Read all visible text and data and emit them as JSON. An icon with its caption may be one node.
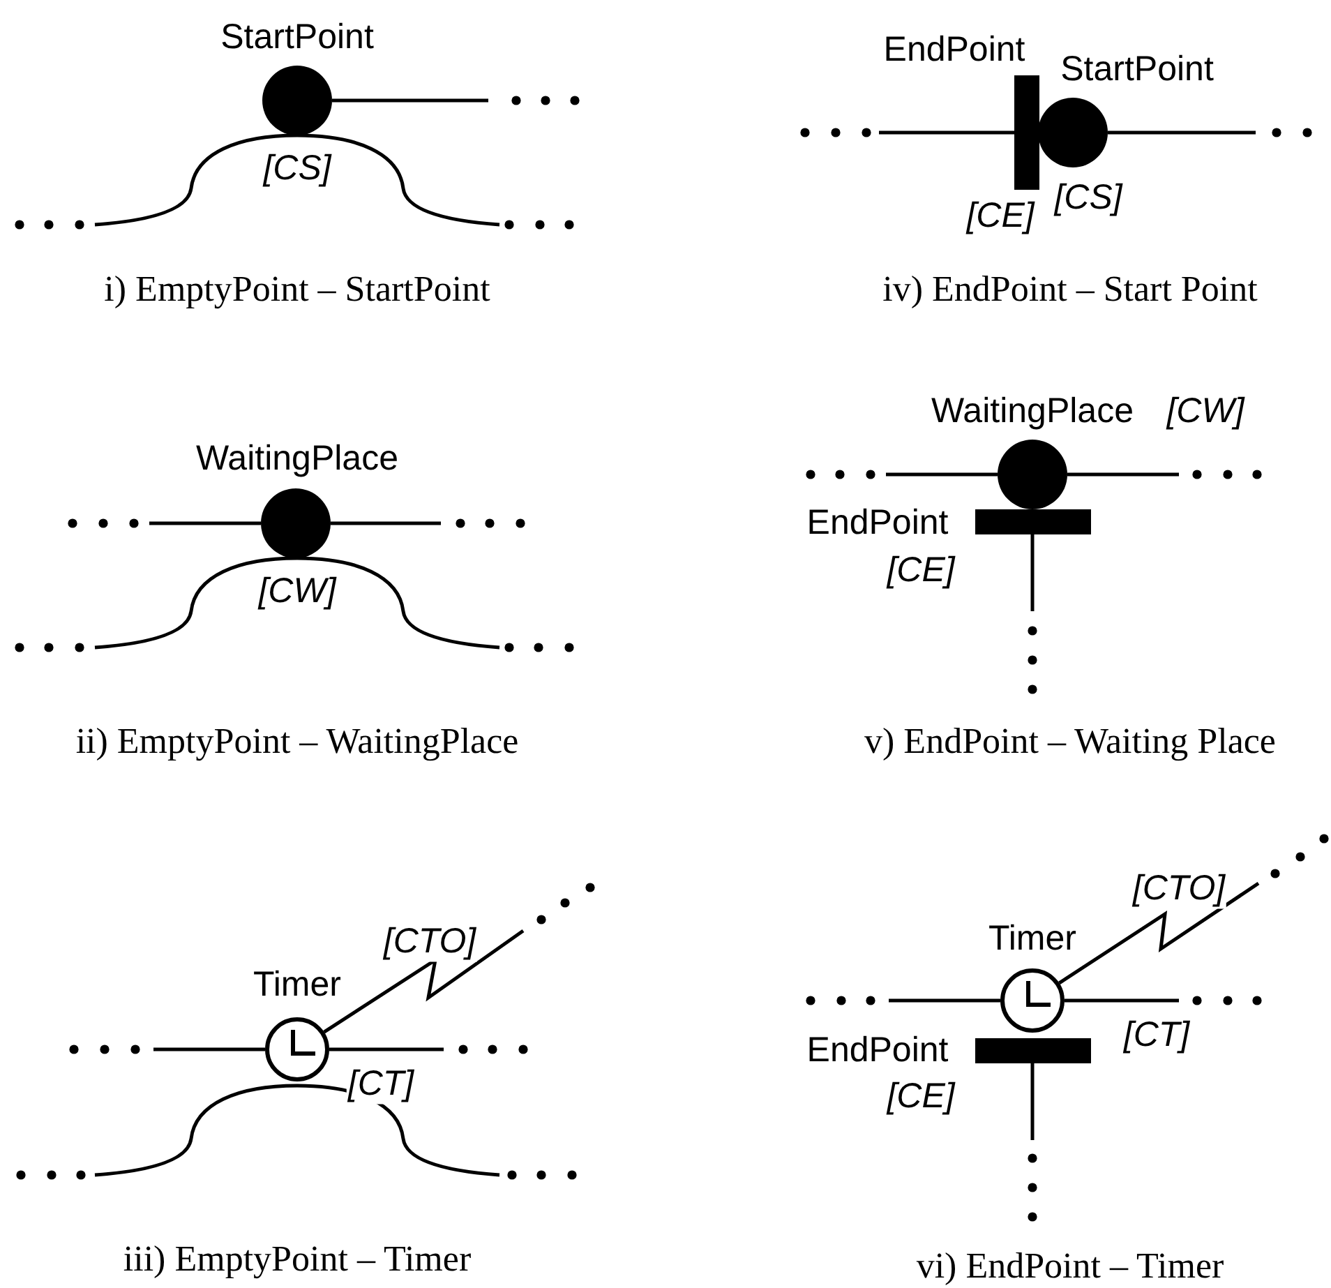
{
  "diagram": {
    "nodes": [
      {
        "text": [
          "StartPoint"
        ],
        "beside": [
          "[CS]"
        ]
      },
      {
        "text": [
          "EndPoint"
        ],
        "beside": [
          "[CE]"
        ]
      },
      {
        "text": [
          "StartPoint"
        ],
        "beside": [
          "[CS]"
        ]
      },
      {
        "text": [
          "WaitingPlace"
        ],
        "beside": [
          "[CW]"
        ]
      },
      {
        "text": [
          "WaitingPlace"
        ],
        "beside": [
          "[CW]"
        ]
      },
      {
        "text": [
          "EndPoint"
        ],
        "beside": [
          "[CE]"
        ]
      },
      {
        "text": [
          "Timer"
        ]
      },
      {
        "text": [
          "Timer"
        ]
      },
      {
        "text": [
          "EndPoint"
        ],
        "beside": [
          "[CE]"
        ]
      }
    ],
    "edges": [
      {
        "from": 0,
        "to": null,
        "arrow": "none"
      },
      {
        "from": null,
        "to": 1,
        "arrow": "none"
      },
      {
        "from": 2,
        "to": null,
        "arrow": "none"
      },
      {
        "from": null,
        "to": 3,
        "arrow": "none"
      },
      {
        "from": 3,
        "to": null,
        "arrow": "none"
      },
      {
        "from": null,
        "to": 4,
        "arrow": "none"
      },
      {
        "from": 4,
        "to": null,
        "arrow": "none"
      },
      {
        "from": 5,
        "to": null,
        "arrow": "none"
      },
      {
        "from": null,
        "to": 6,
        "arrow": "none"
      },
      {
        "from": 6,
        "to": null,
        "arrow": "none",
        "label": "[CT]"
      },
      {
        "from": 6,
        "to": null,
        "arrow": "none",
        "label": "[CTO]"
      },
      {
        "from": null,
        "to": 7,
        "arrow": "none"
      },
      {
        "from": 7,
        "to": null,
        "arrow": "none",
        "label": "[CT]"
      },
      {
        "from": 7,
        "to": null,
        "arrow": "none",
        "label": "[CTO]"
      },
      {
        "from": 8,
        "to": null,
        "arrow": "none"
      }
    ],
    "labels": [
      "i) EmptyPoint – StartPoint",
      "iv) EndPoint – Start Point",
      "ii) EmptyPoint – WaitingPlace",
      "v) EndPoint – Waiting Place",
      "iii) EmptyPoint – Timer",
      "vi) EndPoint – Timer"
    ]
  }
}
